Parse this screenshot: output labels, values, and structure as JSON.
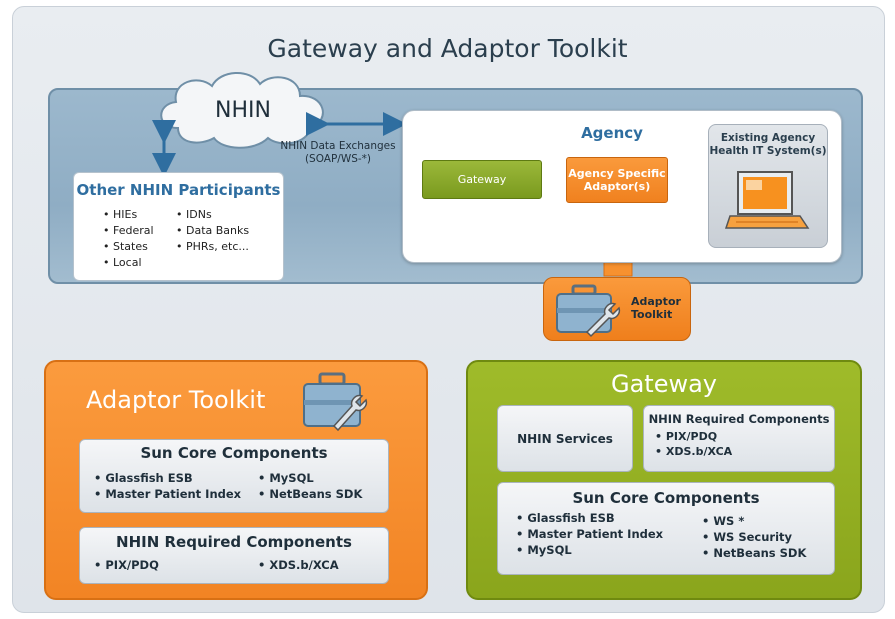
{
  "title": "Gateway and Adaptor Toolkit",
  "nhin_cloud": "NHIN",
  "data_exchange": {
    "line1": "NHIN Data Exchanges",
    "line2": "(SOAP/WS-*)"
  },
  "participants": {
    "title": "Other NHIN Participants",
    "col1": [
      "HIEs",
      "Federal",
      "States",
      "Local"
    ],
    "col2": [
      "IDNs",
      "Data Banks",
      "PHRs, etc..."
    ]
  },
  "agency": {
    "title": "Agency",
    "gateway": "Gateway",
    "adaptor": {
      "line1": "Agency Specific",
      "line2": "Adaptor(s)"
    },
    "existing": {
      "line1": "Existing Agency",
      "line2": "Health IT System(s)"
    }
  },
  "adaptor_tab": {
    "line1": "Adaptor",
    "line2": "Toolkit"
  },
  "adaptor_toolkit_box": {
    "title": "Adaptor Toolkit",
    "sun_core": {
      "title": "Sun Core Components",
      "col1": [
        "Glassfish ESB",
        "Master Patient Index"
      ],
      "col2": [
        "MySQL",
        "NetBeans SDK"
      ]
    },
    "nhin_required": {
      "title": "NHIN Required Components",
      "col1": [
        "PIX/PDQ"
      ],
      "col2": [
        "XDS.b/XCA"
      ]
    }
  },
  "gateway_box": {
    "title": "Gateway",
    "nhin_services": "NHIN Services",
    "nhin_required": {
      "title": "NHIN Required Components",
      "items": [
        "PIX/PDQ",
        "XDS.b/XCA"
      ]
    },
    "sun_core": {
      "title": "Sun Core Components",
      "col1": [
        "Glassfish ESB",
        "Master Patient Index",
        "MySQL"
      ],
      "col2": [
        "WS *",
        "WS Security",
        "NetBeans SDK"
      ]
    }
  },
  "colors": {
    "orange": "#f28424",
    "green": "#8aa51c",
    "blue_band": "#8fadc4",
    "title_blue": "#2f6ea0"
  }
}
